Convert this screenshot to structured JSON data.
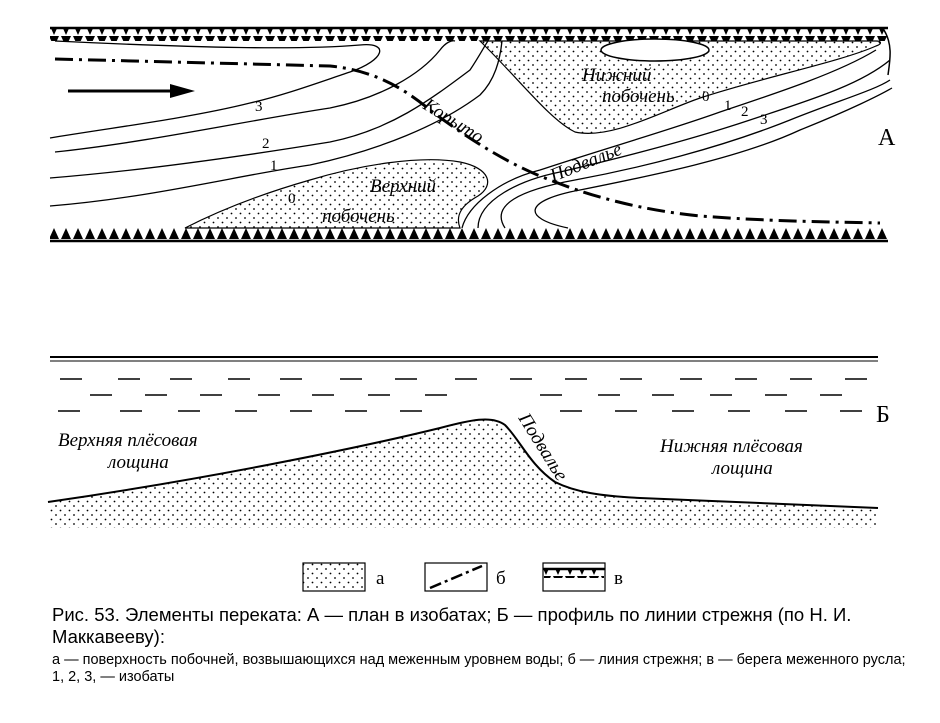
{
  "panel_a": {
    "letter": "А",
    "labels": {
      "lower_bar_line1": "Нижний",
      "lower_bar_line2": "побочень",
      "upper_bar_line1": "Верхний",
      "upper_bar_line2": "побочень",
      "trough": "Корыто",
      "podvalye": "Подвалье"
    },
    "isobaths": [
      "3",
      "2",
      "1",
      "0",
      "0",
      "1",
      "2",
      "3"
    ]
  },
  "panel_b": {
    "letter": "Б",
    "labels": {
      "upper_pool_line1": "Верхняя плёсовая",
      "upper_pool_line2": "лощина",
      "lower_pool_line1": "Нижняя плёсовая",
      "lower_pool_line2": "лощина",
      "podvalye": "Подвалье"
    }
  },
  "legend": {
    "a": "а",
    "b": "б",
    "v": "в"
  },
  "caption": {
    "main": "Рис. 53. Элементы переката: А — план в изобатах; Б — профиль по линии стрежня (по Н. И. Маккавееву):",
    "sub": "а — поверхность побочней, возвышающихся над меженным уровнем воды; б — линия стрежня; в — берега меженного русла; 1, 2, 3, — изобаты"
  }
}
